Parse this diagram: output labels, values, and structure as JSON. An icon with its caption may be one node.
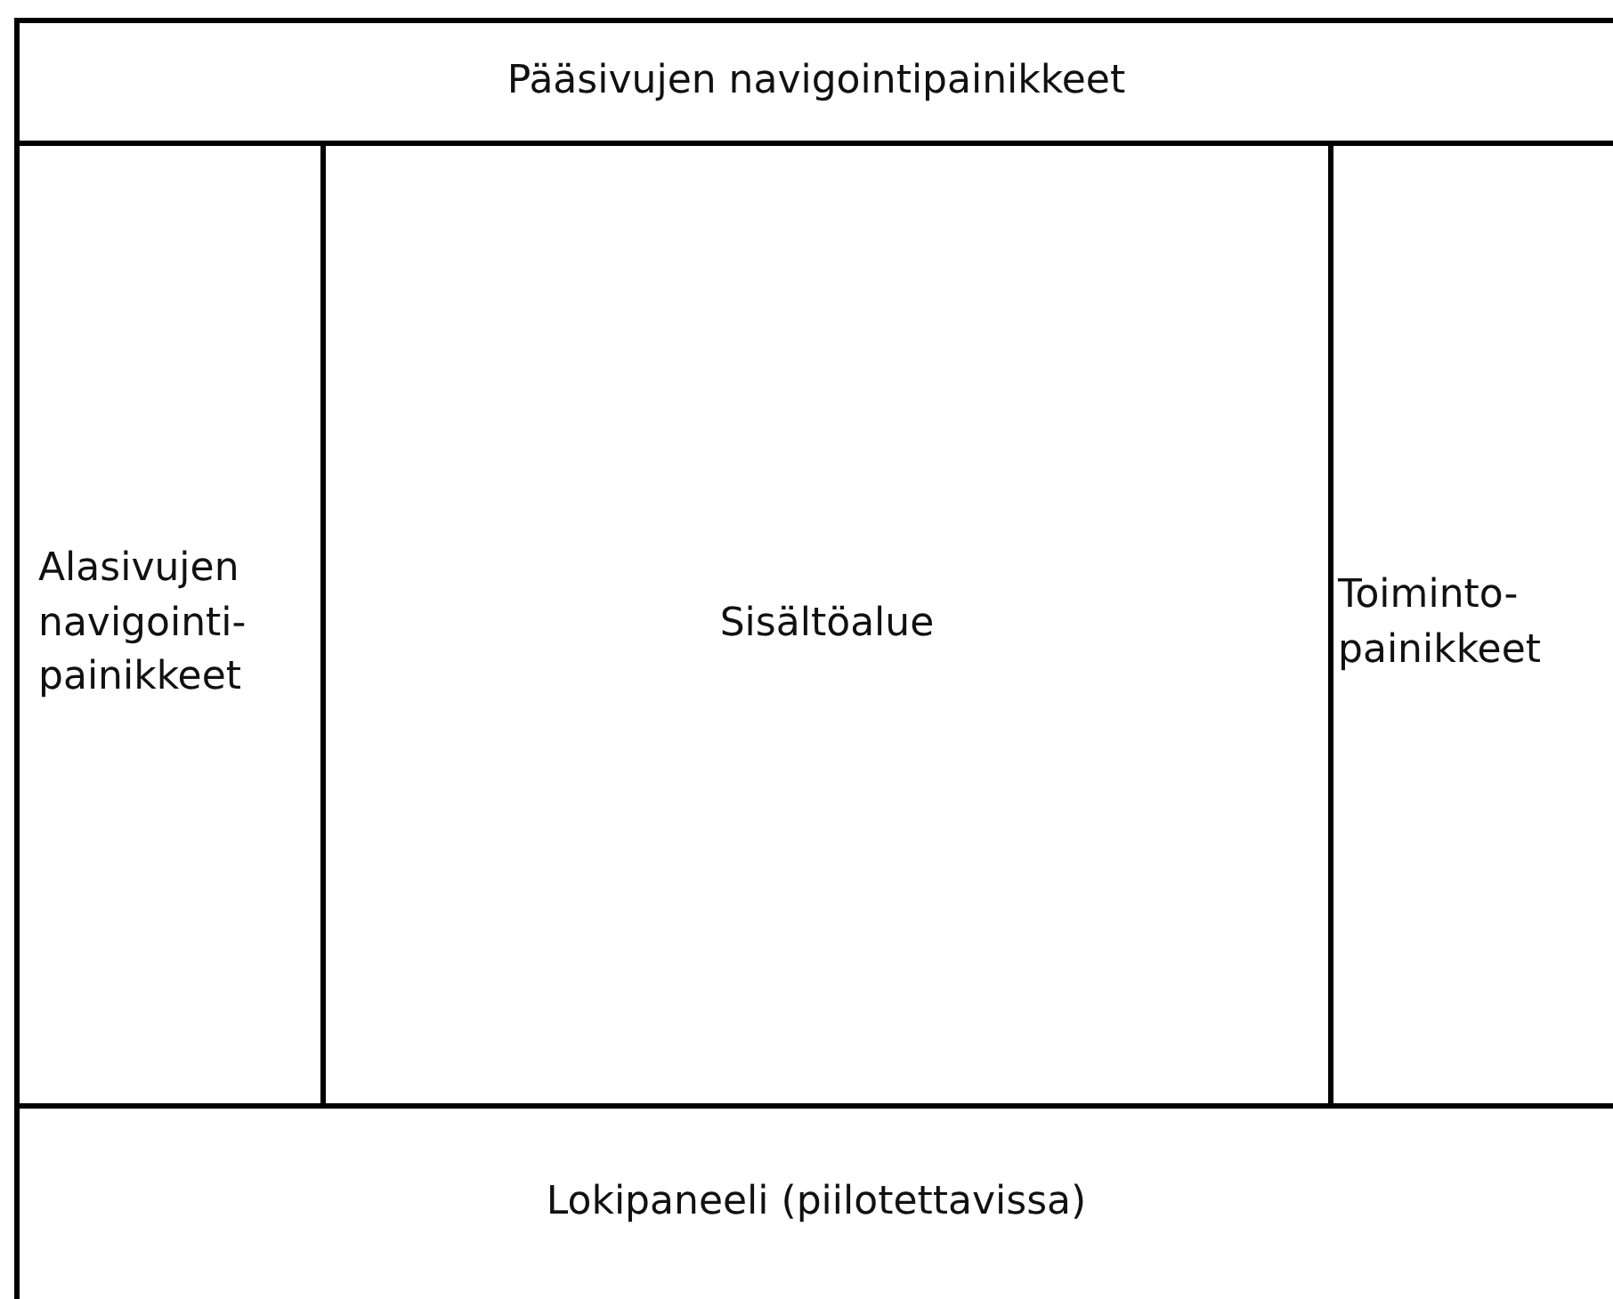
{
  "diagram": {
    "nodes": [
      {
        "text": [
          "Pääsivujen navigointipainikkeet"
        ]
      },
      {
        "text": [
          "Alasivujen navigointi- painikkeet"
        ]
      },
      {
        "text": [
          "Sisältöalue"
        ]
      },
      {
        "text": [
          "Toiminto- painikkeet"
        ]
      },
      {
        "text": [
          "Lokipaneeli (piilotettavissa)"
        ]
      }
    ]
  }
}
